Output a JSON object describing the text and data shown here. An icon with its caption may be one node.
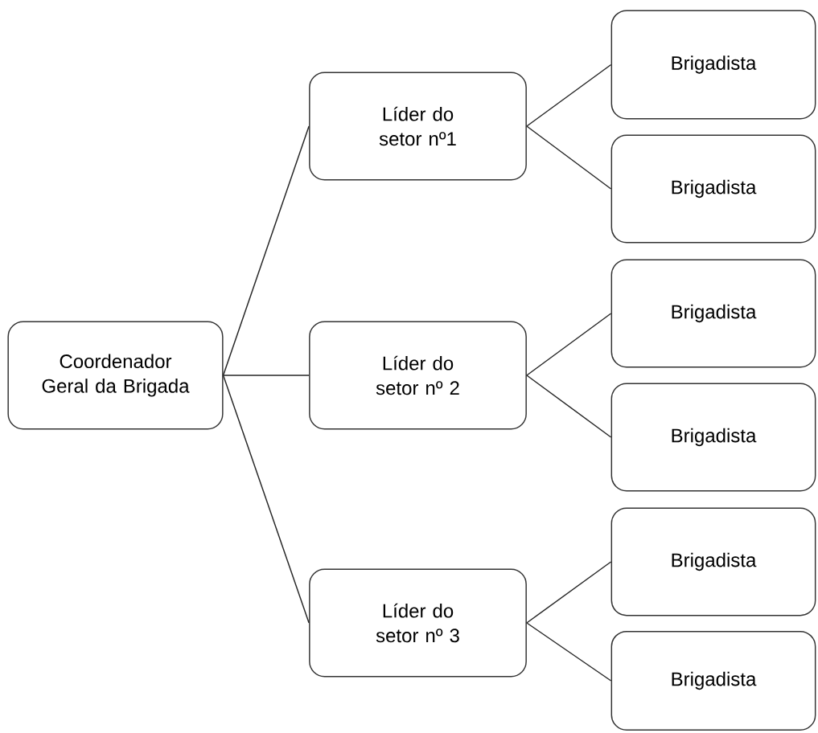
{
  "diagram": {
    "nodes": [
      {
        "text": [
          "Coordenador Geral da Brigada"
        ]
      },
      {
        "text": [
          "Líder do setor nº1"
        ]
      },
      {
        "text": [
          "Líder do setor nº 2"
        ]
      },
      {
        "text": [
          "Líder do setor nº 3"
        ]
      },
      {
        "text": [
          "Brigadista"
        ]
      },
      {
        "text": [
          "Brigadista"
        ]
      },
      {
        "text": [
          "Brigadista"
        ]
      },
      {
        "text": [
          "Brigadista"
        ]
      },
      {
        "text": [
          "Brigadista"
        ]
      },
      {
        "text": [
          "Brigadista"
        ]
      }
    ],
    "edges": [
      {
        "from": 0,
        "to": 1,
        "arrow": "none"
      },
      {
        "from": 0,
        "to": 2,
        "arrow": "none"
      },
      {
        "from": 0,
        "to": 3,
        "arrow": "none"
      },
      {
        "from": 1,
        "to": 4,
        "arrow": "none"
      },
      {
        "from": 1,
        "to": 5,
        "arrow": "none"
      },
      {
        "from": 2,
        "to": 6,
        "arrow": "none"
      },
      {
        "from": 2,
        "to": 7,
        "arrow": "none"
      },
      {
        "from": 3,
        "to": 8,
        "arrow": "none"
      },
      {
        "from": 3,
        "to": 9,
        "arrow": "none"
      }
    ]
  }
}
